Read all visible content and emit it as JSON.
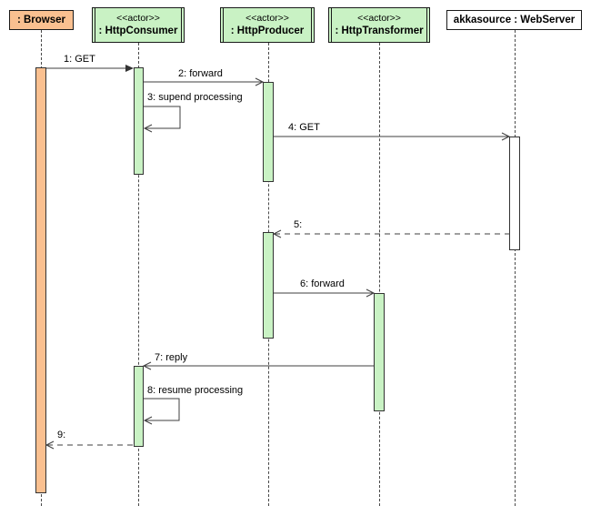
{
  "diagram": {
    "type": "uml-sequence-diagram",
    "participants": [
      {
        "id": "browser",
        "stereotype": "",
        "name": ": Browser",
        "fill": "#fac090"
      },
      {
        "id": "http-consumer",
        "stereotype": "<<actor>>",
        "name": ": HttpConsumer",
        "fill": "#c9f2c4"
      },
      {
        "id": "http-producer",
        "stereotype": "<<actor>>",
        "name": ": HttpProducer",
        "fill": "#c9f2c4"
      },
      {
        "id": "http-transformer",
        "stereotype": "<<actor>>",
        "name": ": HttpTransformer",
        "fill": "#c9f2c4"
      },
      {
        "id": "web-server",
        "stereotype": "",
        "name": "akkasource : WebServer",
        "fill": "#ffffff"
      }
    ],
    "messages": [
      {
        "label": "1: GET",
        "from": ": Browser",
        "to": ": HttpConsumer",
        "line": "solid",
        "arrowhead": "filled",
        "self": false
      },
      {
        "label": "2: forward",
        "from": ": HttpConsumer",
        "to": ": HttpProducer",
        "line": "solid",
        "arrowhead": "open",
        "self": false
      },
      {
        "label": "3: supend processing",
        "from": ": HttpConsumer",
        "to": ": HttpConsumer",
        "line": "solid",
        "arrowhead": "open",
        "self": true
      },
      {
        "label": "4: GET",
        "from": ": HttpProducer",
        "to": "akkasource : WebServer",
        "line": "solid",
        "arrowhead": "open",
        "self": false
      },
      {
        "label": "5:",
        "from": "akkasource : WebServer",
        "to": ": HttpProducer",
        "line": "dashed",
        "arrowhead": "open",
        "self": false
      },
      {
        "label": "6: forward",
        "from": ": HttpProducer",
        "to": ": HttpTransformer",
        "line": "solid",
        "arrowhead": "open",
        "self": false
      },
      {
        "label": "7: reply",
        "from": ": HttpTransformer",
        "to": ": HttpConsumer",
        "line": "solid",
        "arrowhead": "open",
        "self": false
      },
      {
        "label": "8: resume processing",
        "from": ": HttpConsumer",
        "to": ": HttpConsumer",
        "line": "solid",
        "arrowhead": "open",
        "self": true
      },
      {
        "label": "9:",
        "from": ": HttpConsumer",
        "to": ": Browser",
        "line": "dashed",
        "arrowhead": "open",
        "self": false
      }
    ],
    "colors": {
      "object_fill": "#fac090",
      "actor_fill": "#c9f2c4",
      "server_fill": "#ffffff",
      "line": "#3f3f3f",
      "text": "#000000",
      "background": "#ffffff"
    }
  }
}
